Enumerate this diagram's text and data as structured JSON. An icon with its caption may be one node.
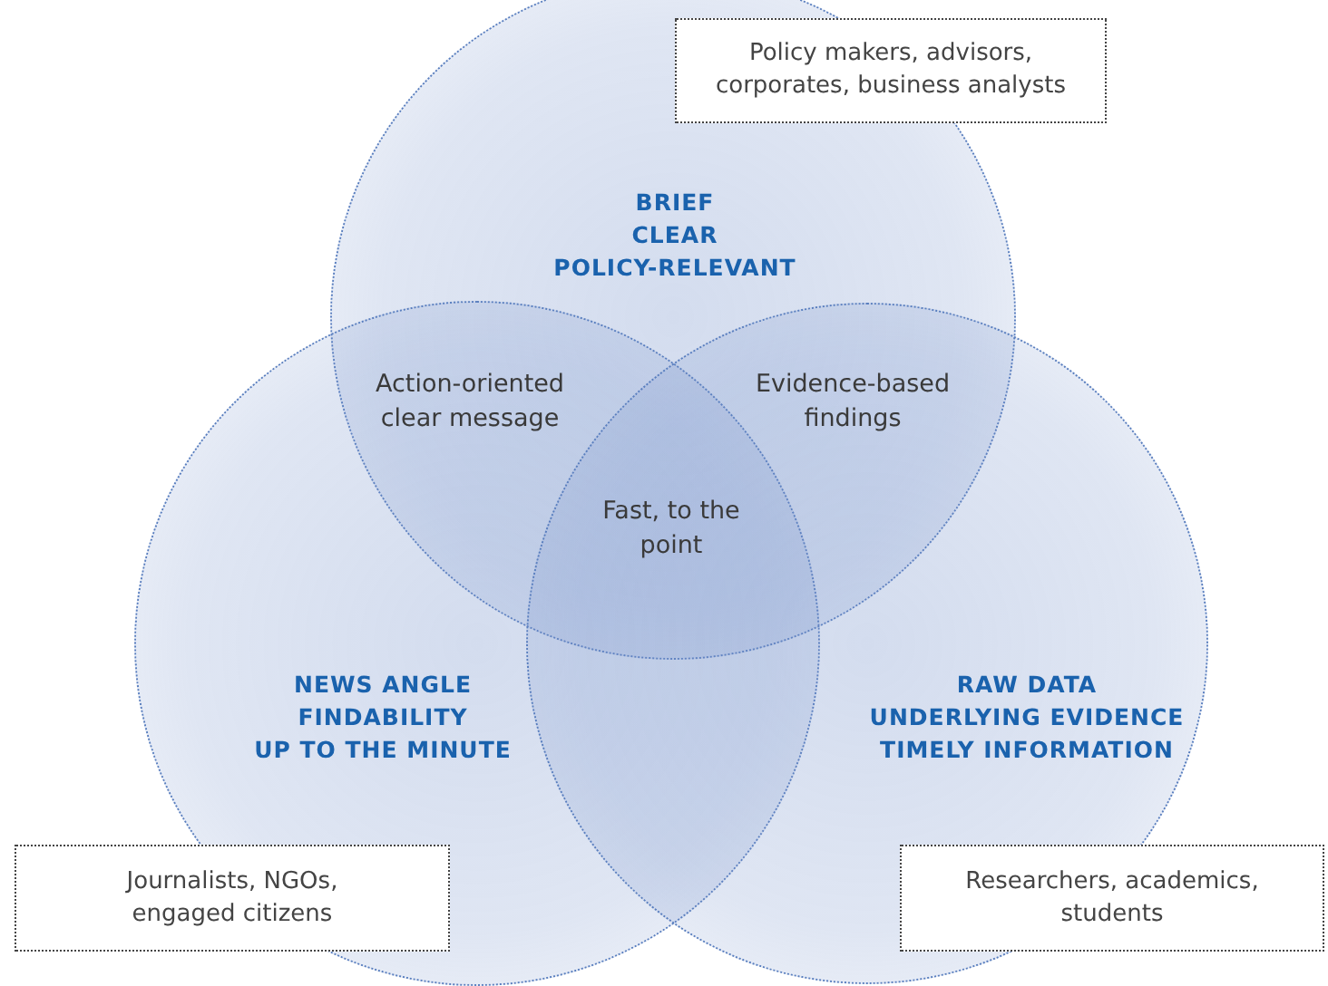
{
  "diagram": {
    "nodes": [
      {
        "text": [
          "BRIEF",
          "CLEAR",
          "POLICY-RELEVANT"
        ]
      },
      {
        "text": [
          "NEWS ANGLE",
          "FINDABILITY",
          "UP TO THE MINUTE"
        ]
      },
      {
        "text": [
          "RAW DATA",
          "UNDERLYING EVIDENCE",
          "TIMELY INFORMATION"
        ]
      },
      {
        "text": [
          "Policy makers, advisors, corporates, business analysts"
        ]
      },
      {
        "text": [
          "Journalists, NGOs, engaged citizens"
        ]
      },
      {
        "text": [
          "Researchers, academics, students"
        ]
      }
    ],
    "edges": [],
    "labels": [
      "Action-oriented clear message",
      "Evidence-based findings",
      "Fast, to the point"
    ]
  }
}
